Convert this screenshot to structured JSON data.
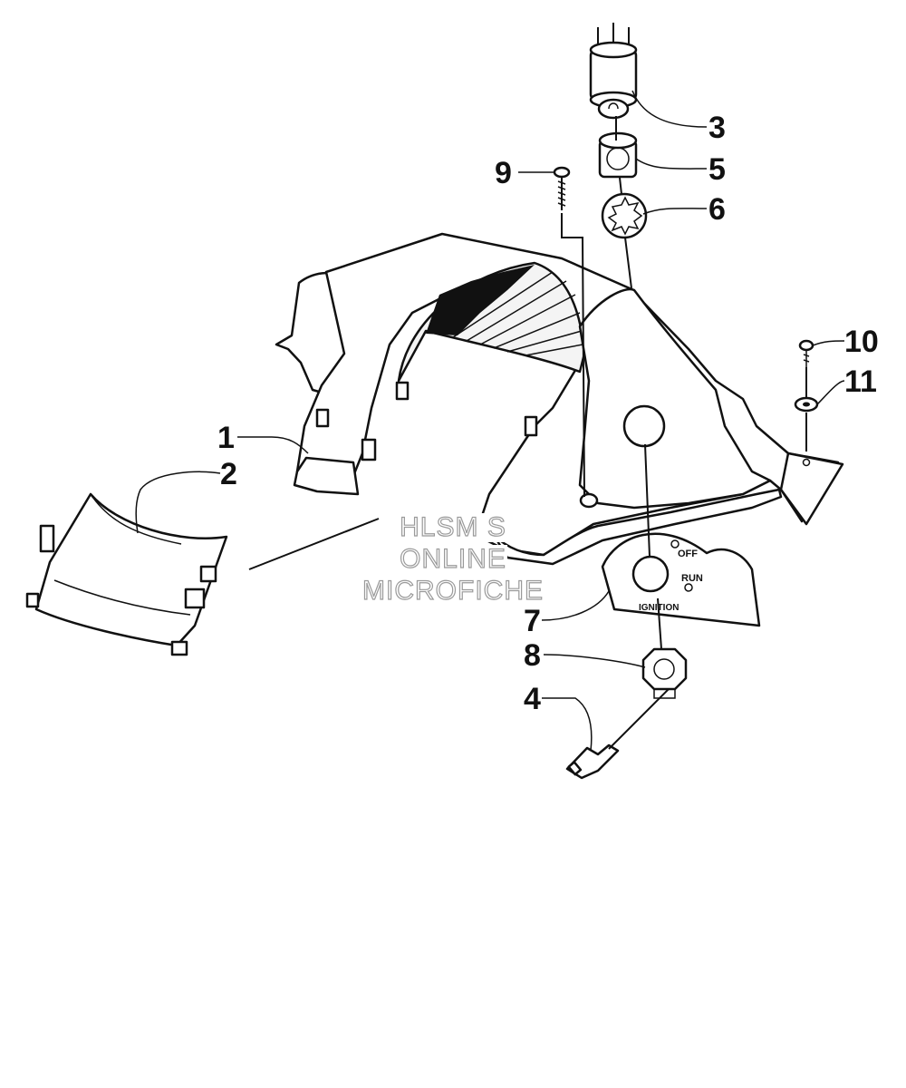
{
  "callouts": {
    "c1": "1",
    "c2": "2",
    "c3": "3",
    "c4": "4",
    "c5": "5",
    "c6": "6",
    "c7": "7",
    "c8": "8",
    "c9": "9",
    "c10": "10",
    "c11": "11"
  },
  "ignition_plate": {
    "off": "OFF",
    "run": "RUN",
    "ignition": "IGNITION"
  },
  "watermark": {
    "line1": "HLSM S",
    "line2": "ONLINE",
    "line3": "MICROFICHE"
  }
}
